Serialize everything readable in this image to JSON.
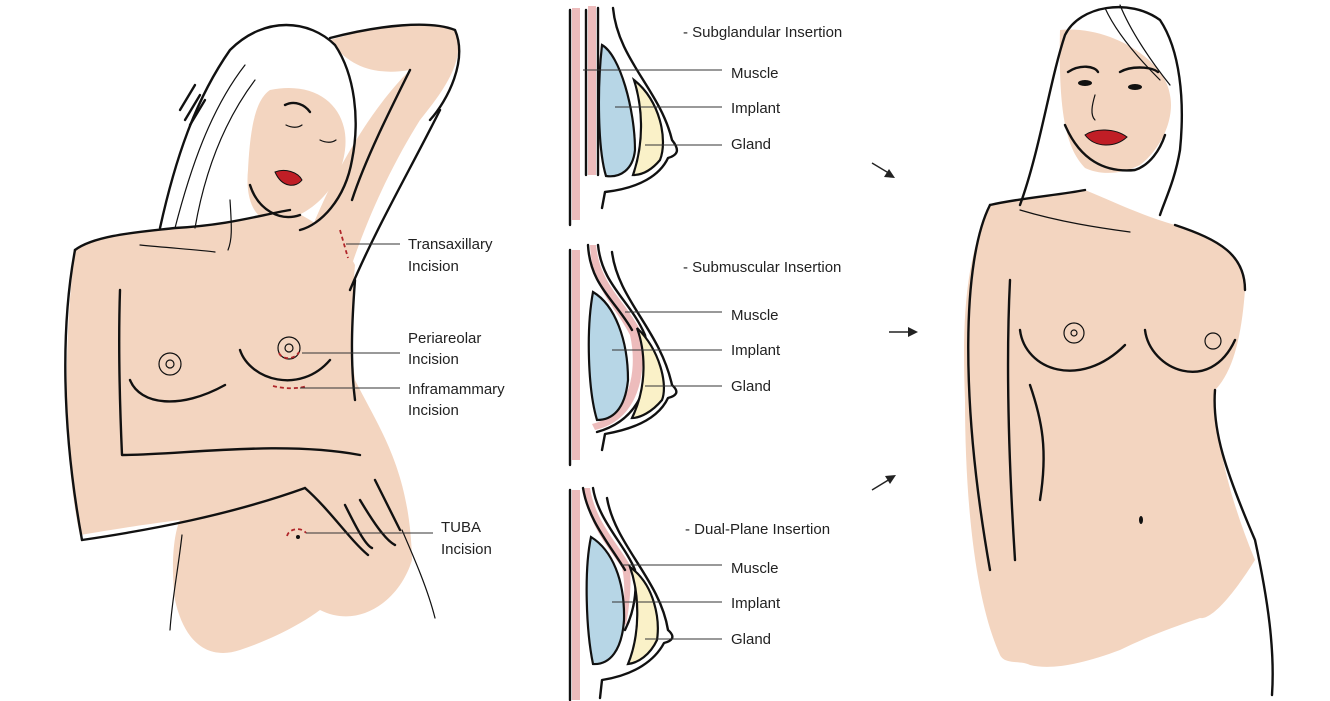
{
  "colors": {
    "skin": "#f3d5c0",
    "implant": "#b7d6e6",
    "gland": "#faf1c8",
    "muscle": "#edbcbc",
    "lips": "#c01e26",
    "incision": "#b0262a",
    "ink": "#111111"
  },
  "left_figure": {
    "description": "Woman with arm raised showing incision sites",
    "labels": [
      {
        "line1": "Transaxillary",
        "line2": "Incision"
      },
      {
        "line1": "Periareolar",
        "line2": "Incision"
      },
      {
        "line1": "Inframammary",
        "line2": "Incision"
      },
      {
        "line1": "TUBA",
        "line2": "Incision"
      }
    ]
  },
  "cross_sections": [
    {
      "title": "- Subglandular Insertion",
      "parts": [
        "Muscle",
        "Implant",
        "Gland"
      ]
    },
    {
      "title": "- Submuscular Insertion",
      "parts": [
        "Muscle",
        "Implant",
        "Gland"
      ]
    },
    {
      "title": "- Dual-Plane Insertion",
      "parts": [
        "Muscle",
        "Implant",
        "Gland"
      ]
    }
  ],
  "right_figure": {
    "description": "Woman after breast augmentation"
  },
  "arrows": [
    "arrow-down-right",
    "arrow-right",
    "arrow-up-right"
  ]
}
